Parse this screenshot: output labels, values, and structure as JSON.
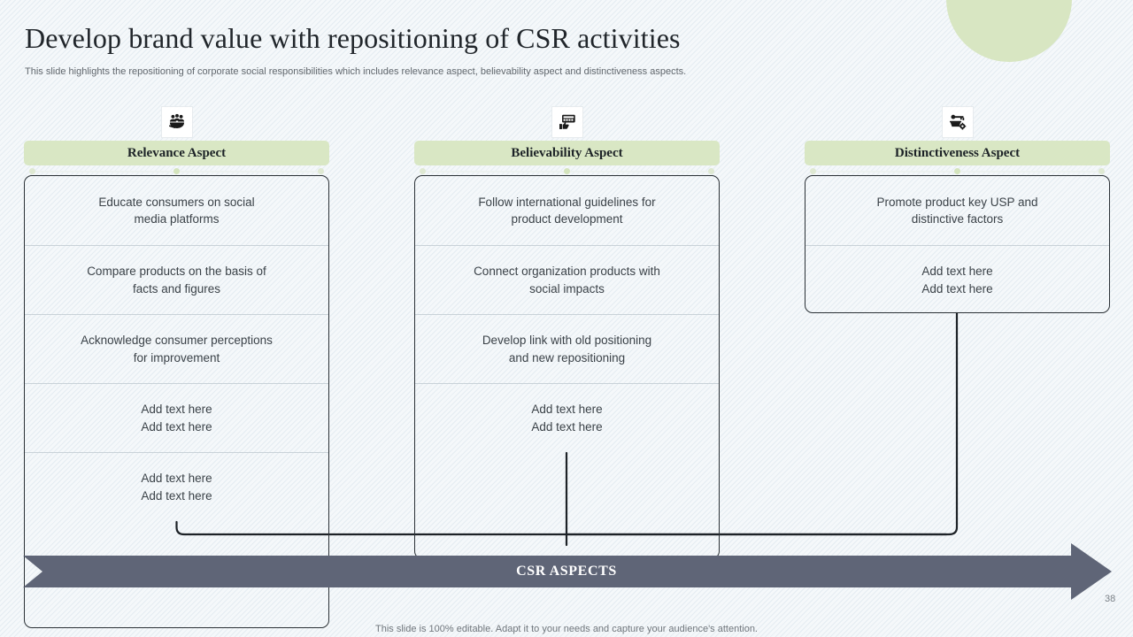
{
  "slide": {
    "title": "Develop brand value with repositioning of CSR activities",
    "subtitle": "This slide highlights the repositioning of corporate social responsibilities which includes relevance aspect, believability aspect and distinctiveness aspects.",
    "footer_note": "This slide is 100% editable. Adapt it to your needs and capture your audience's attention.",
    "page_number": "38"
  },
  "colors": {
    "background": "#f5f8fa",
    "accent_green": "#d9e7c4",
    "deco_circle": "#d8e6c2",
    "arrow_fill": "#5f6577",
    "panel_border": "#2b3136",
    "text_dark": "#21262b",
    "text_body": "#3b4248",
    "text_muted": "#61676d"
  },
  "columns": [
    {
      "id": "relevance",
      "icon": "people-group-icon",
      "header": "Relevance Aspect",
      "rows": [
        "Educate consumers on social\nmedia platforms",
        "Compare products on the basis of\nfacts and figures",
        "Acknowledge consumer perceptions\nfor improvement",
        "Add text here\nAdd text here",
        "Add text here\nAdd text here"
      ]
    },
    {
      "id": "believability",
      "icon": "screen-thumbs-up-icon",
      "header": "Believability Aspect",
      "rows": [
        "Follow international guidelines for\nproduct development",
        "Connect organization products with\nsocial impacts",
        "Develop link with old positioning\nand new repositioning",
        "Add text here\nAdd text here"
      ]
    },
    {
      "id": "distinctiveness",
      "icon": "key-gear-icon",
      "header": "Distinctiveness Aspect",
      "rows": [
        "Promote product key USP and\ndistinctive factors",
        "Add text here\nAdd text here"
      ]
    }
  ],
  "bottom_banner": {
    "label": "CSR ASPECTS",
    "shape": "double-headed-arrow"
  }
}
